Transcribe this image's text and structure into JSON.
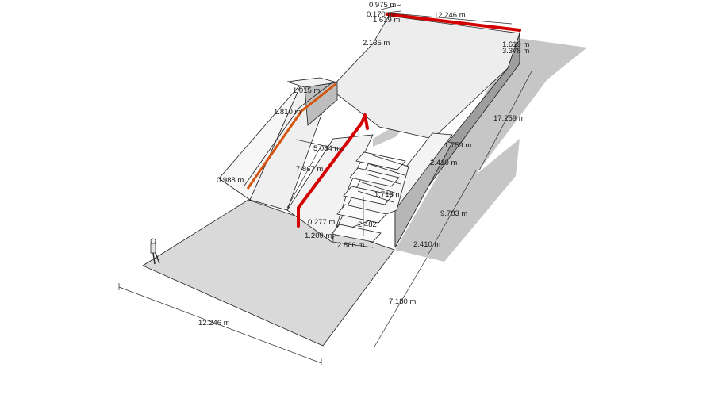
{
  "labels": {
    "d_0975": "0.975 m",
    "d_0170": "0.170 m",
    "d_1619a": "1.619 m",
    "d_12246_top": "12.246 m",
    "d_1619b": "1.619 m",
    "d_3378": "3.378 m",
    "d_2135": "2.135 m",
    "d_1015": "1.015 m",
    "d_1810": "1.810 m",
    "d_17259": "17.259 m",
    "d_5084": "5.084 m",
    "d_1759": "1.759 m",
    "d_7867": "7.867 m",
    "d_2410a": "2.410 m",
    "d_0988": "0.988 m",
    "d_1716": "1.716 m",
    "d_9783": "9.783 m",
    "d_0277": "0.277 m",
    "d_2482": "2.482",
    "d_1209": "1.209 m",
    "d_2866": "2.866 m",
    "d_2410b": "2.410 m",
    "d_7180": "7.180 m",
    "d_12246_bottom": "12.246 m"
  },
  "colors": {
    "rail": "#d40000",
    "ledge_face": "#d4540f",
    "ground": "#d9d9d9",
    "deck": "#ececec",
    "wall_side": "#a8a8a8",
    "shadow": "#c4c4c4"
  }
}
